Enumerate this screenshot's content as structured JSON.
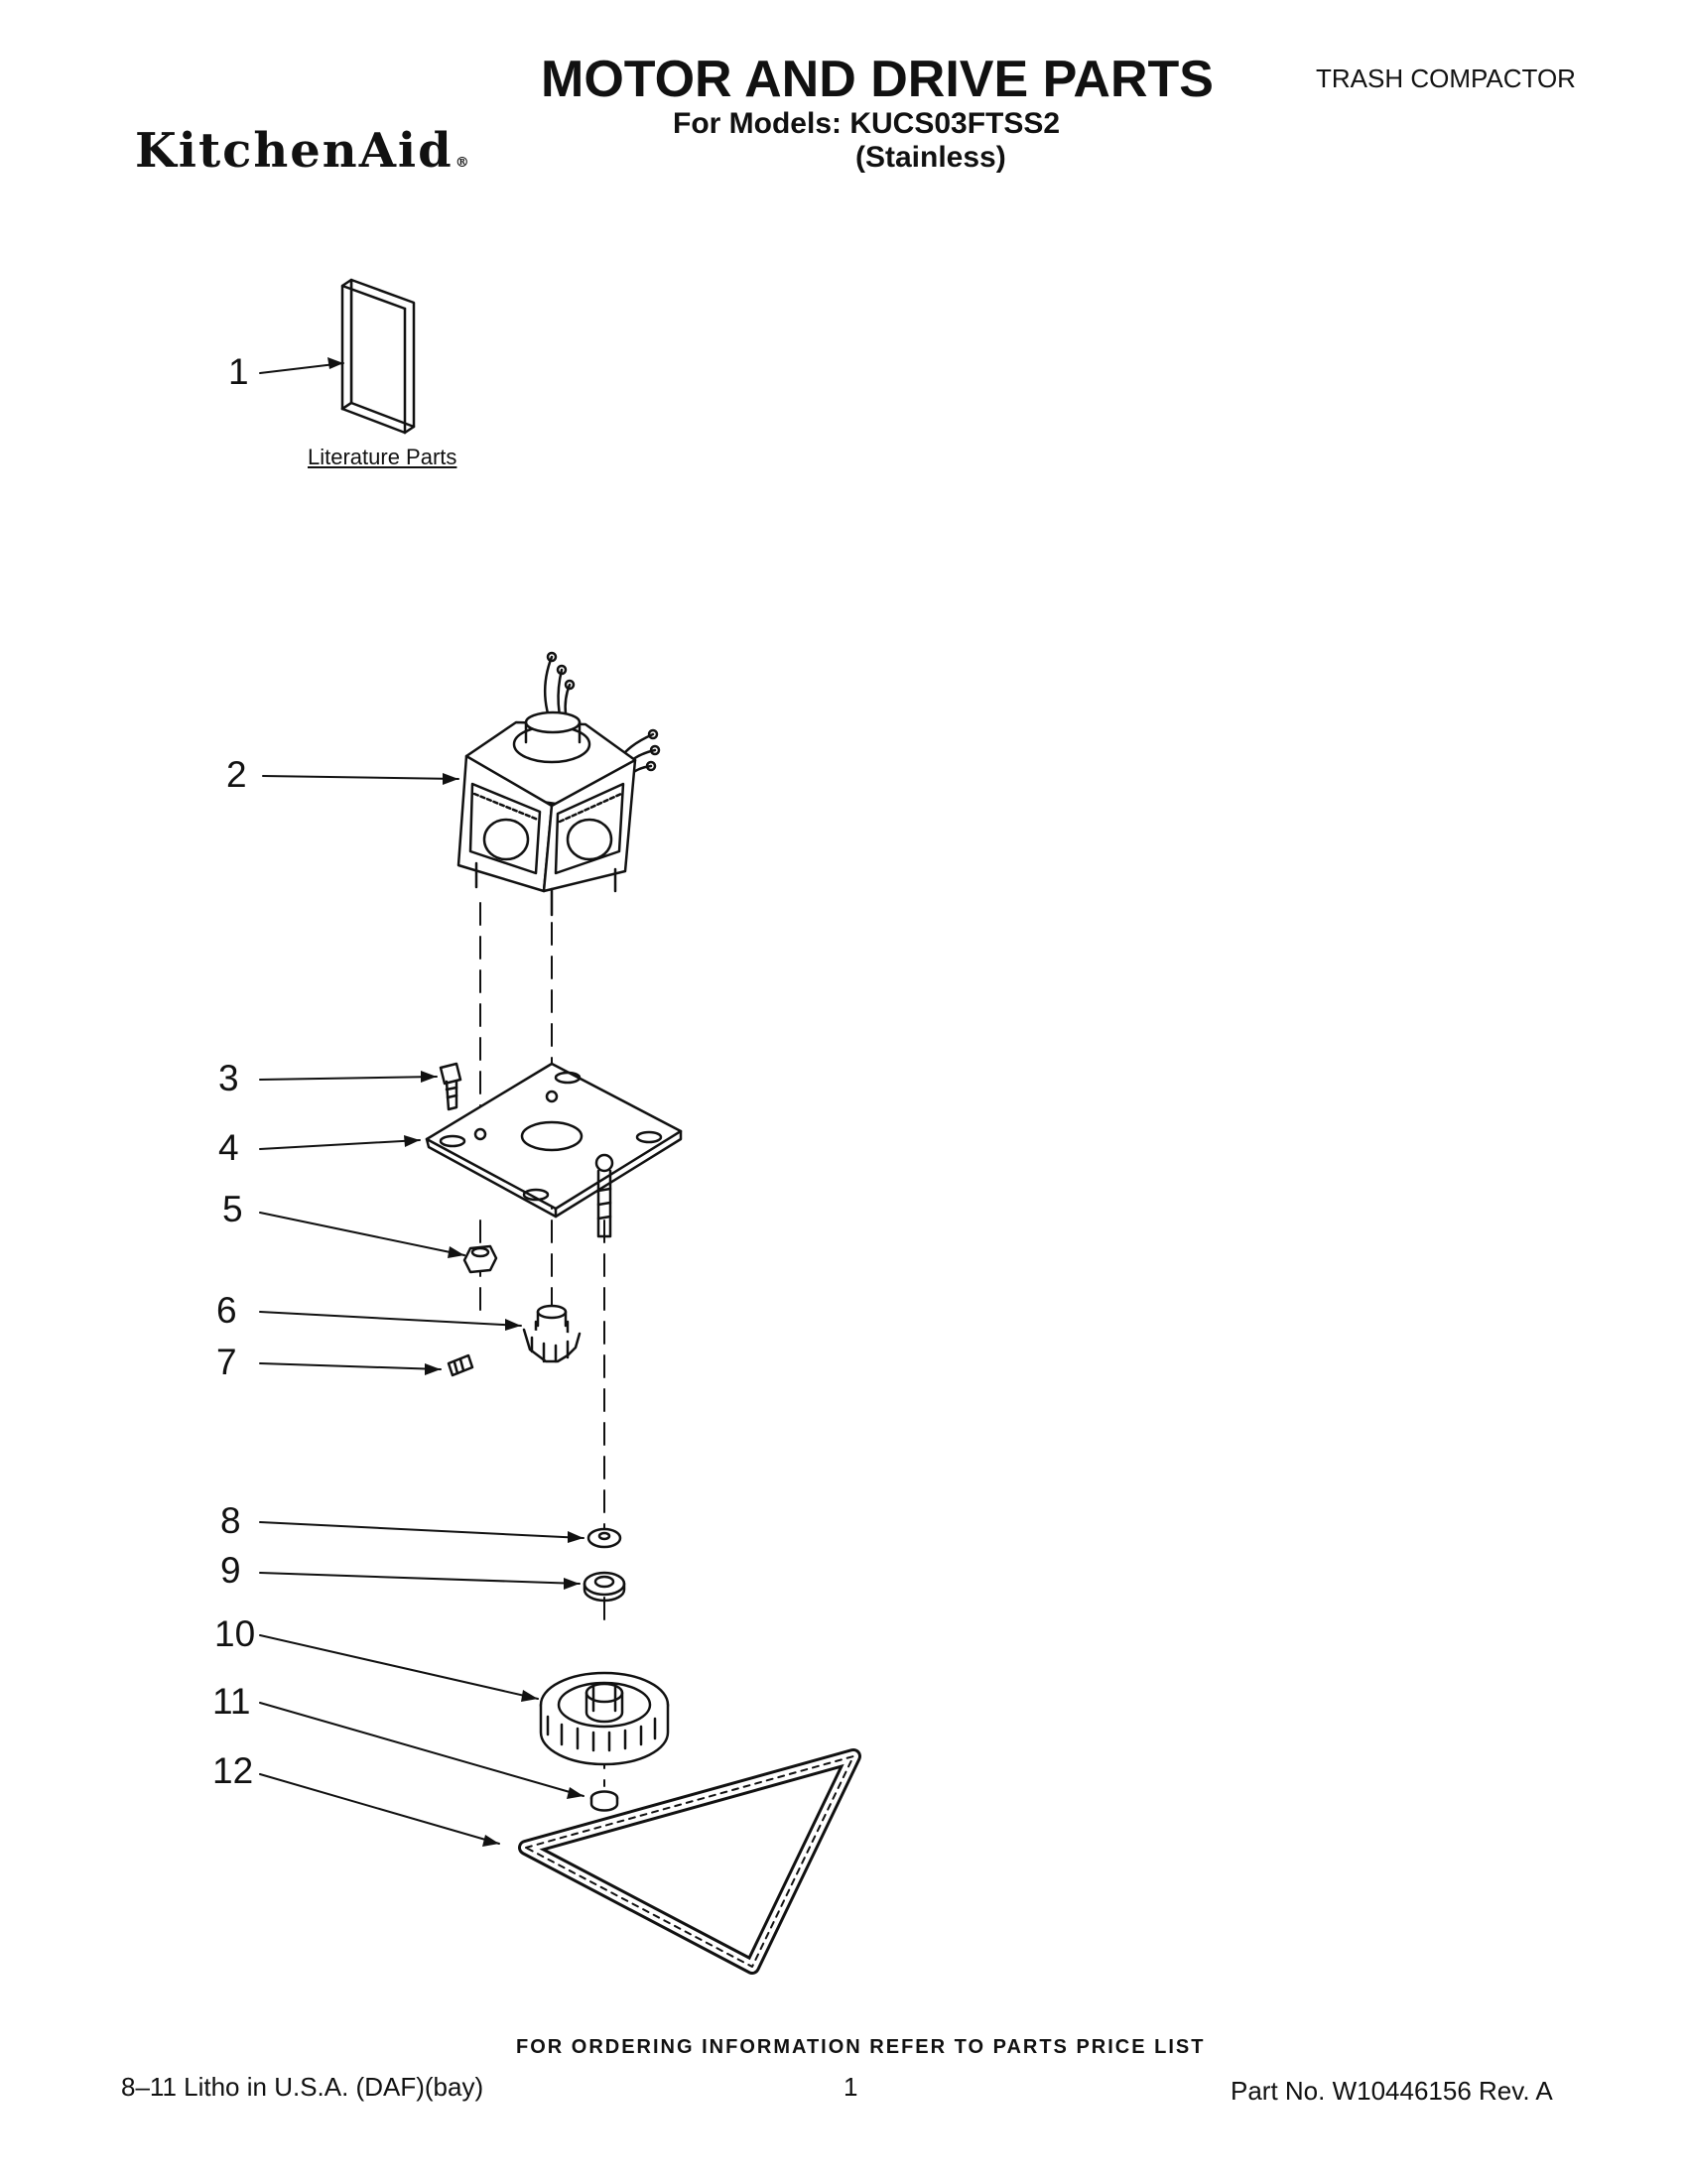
{
  "header": {
    "brand": "KitchenAid",
    "brand_mark": "®",
    "title": "MOTOR AND DRIVE PARTS",
    "subtitle": "For Models: KUCS03FTSS2",
    "variant": "(Stainless)",
    "category": "TRASH COMPACTOR"
  },
  "literature": {
    "label": "Literature Parts"
  },
  "callouts": [
    "1",
    "2",
    "3",
    "4",
    "5",
    "6",
    "7",
    "8",
    "9",
    "10",
    "11",
    "12"
  ],
  "footer": {
    "ordering_note": "FOR ORDERING INFORMATION REFER TO PARTS PRICE LIST",
    "litho": "8–11 Litho in U.S.A. (DAF)(bay)",
    "page_number": "1",
    "part_number": "Part No. W10446156 Rev. A"
  }
}
